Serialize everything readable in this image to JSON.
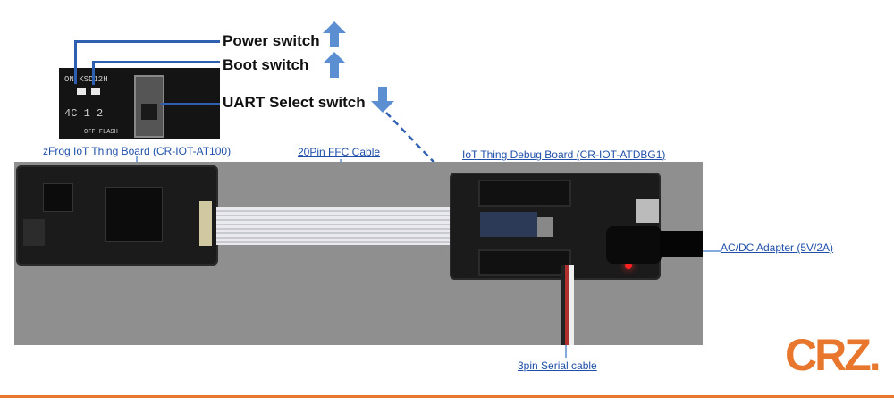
{
  "labels": {
    "power_switch": "Power switch",
    "boot_switch": "Boot switch",
    "uart_switch": "UART Select switch",
    "zfrog_board": "zFrog IoT Thing Board (CR-IOT-AT100)",
    "ffc_cable": "20Pin FFC Cable",
    "debug_board": "IoT Thing Debug Board (CR-IOT-ATDBG1)",
    "adapter": "AC/DC Adapter (5V/2A)",
    "serial_cable": "3pin Serial cable"
  },
  "inset": {
    "top_text": "ON KSD12H",
    "bottom_text": "4C 1  2",
    "flash_text": "OFF FLASH"
  },
  "logo": {
    "text": "CRZ."
  },
  "colors": {
    "label_blue": "#1f4fa8",
    "arrow_blue": "#5b8fd1",
    "accent_orange": "#e8772d"
  },
  "icons": {
    "up_arrow": "arrow-up-icon",
    "down_arrow": "arrow-down-icon"
  }
}
